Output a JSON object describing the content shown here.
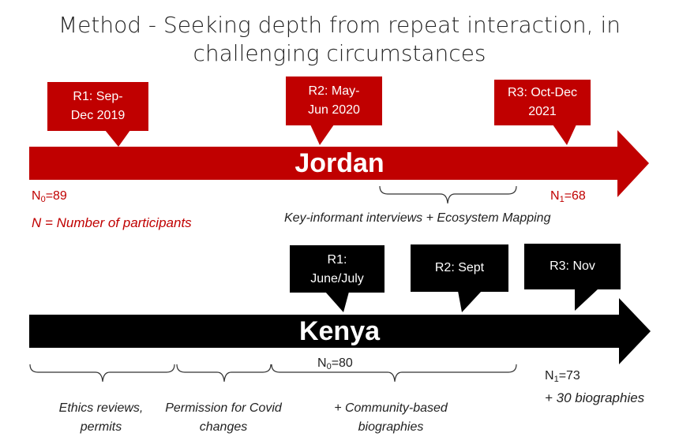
{
  "title": "Method - Seeking depth from repeat interaction, in challenging circumstances",
  "jordan": {
    "label": "Jordan",
    "color": "#c00000",
    "rounds": [
      {
        "line1": "R1: Sep-",
        "line2": "Dec 2019"
      },
      {
        "line1": "R2: May-",
        "line2": "Jun 2020"
      },
      {
        "line1": "R3: Oct-Dec",
        "line2": "2021"
      }
    ],
    "n0_prefix": "N",
    "n0_sub": "0",
    "n0_value": "=89",
    "n_legend": "N = Number of participants",
    "n1_prefix": "N",
    "n1_sub": "1",
    "n1_value": "=68",
    "bracket_label": "Key-informant interviews + Ecosystem Mapping"
  },
  "kenya": {
    "label": "Kenya",
    "color": "#000000",
    "rounds": [
      {
        "line1": "R1:",
        "line2": "June/July"
      },
      {
        "line1": "R2: Sept",
        "line2": ""
      },
      {
        "line1": "R3: Nov",
        "line2": ""
      }
    ],
    "n0_prefix": "N",
    "n0_sub": "0",
    "n0_value": "=80",
    "n1_prefix": "N",
    "n1_sub": "1",
    "n1_value": "=73",
    "extra": "+ 30 biographies",
    "phases": [
      {
        "line1": "Ethics reviews,",
        "line2": "permits"
      },
      {
        "line1": "Permission for Covid",
        "line2": "changes"
      },
      {
        "line1": "+ Community-based",
        "line2": "biographies"
      }
    ]
  }
}
